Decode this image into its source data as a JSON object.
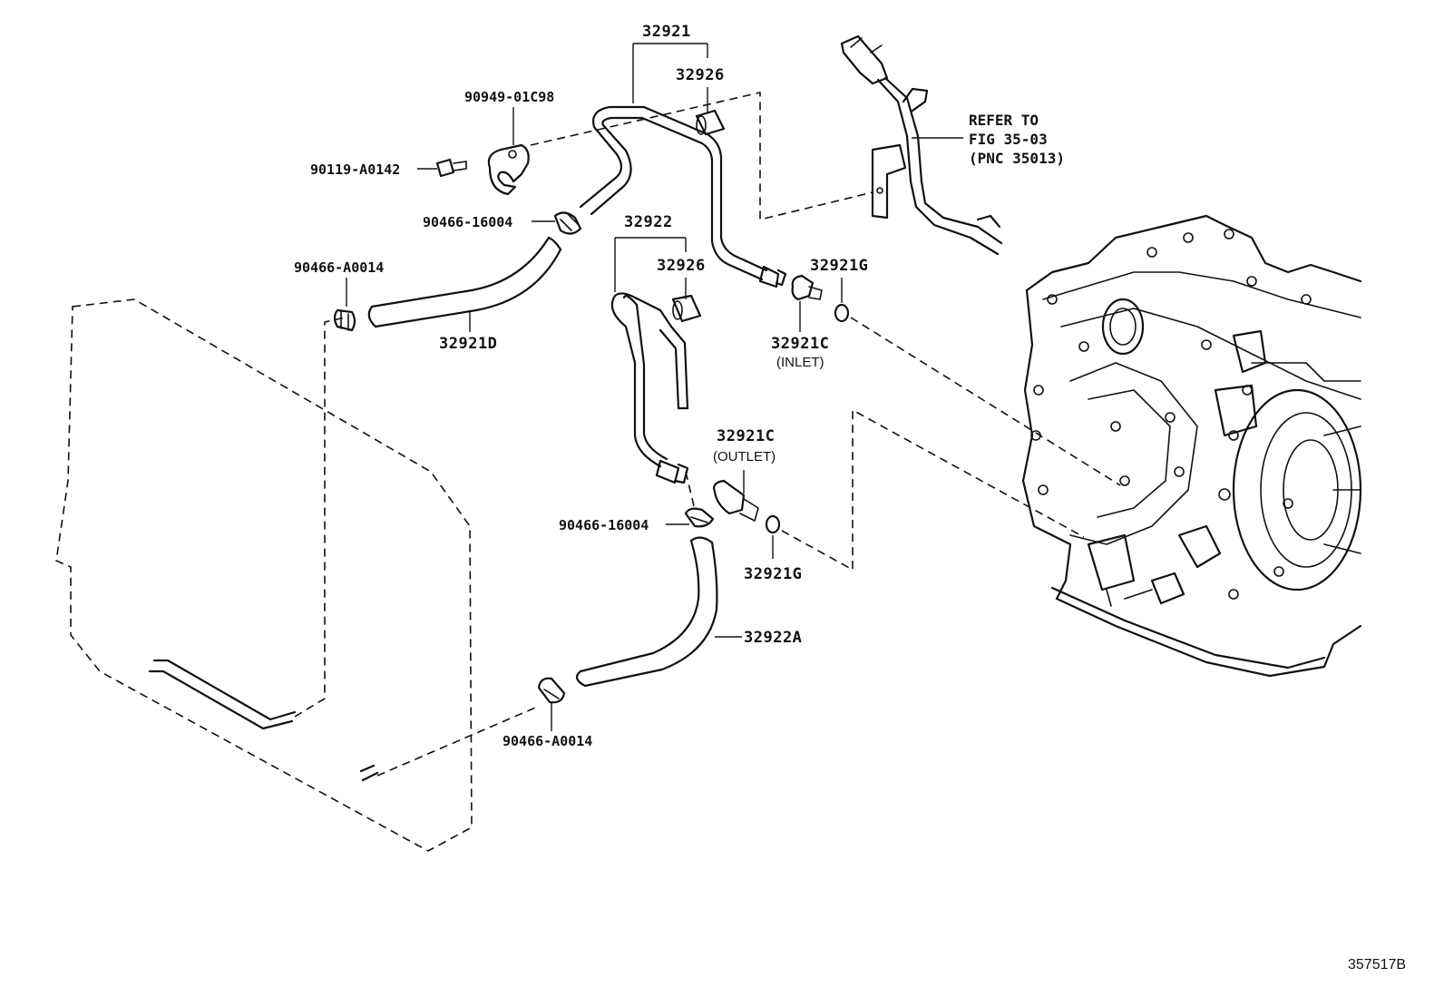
{
  "figure_id": "357517B",
  "refer_note": {
    "line1": "REFER TO",
    "line2": "FIG 35-03",
    "line3": "(PNC 35013)"
  },
  "parts": {
    "p32921": "32921",
    "p32926_top": "32926",
    "p90949": "90949-01C98",
    "p90119": "90119-A0142",
    "p90466_16004_top": "90466-16004",
    "p90466_a0014_left": "90466-A0014",
    "p32921d": "32921D",
    "p32922": "32922",
    "p32926_mid": "32926",
    "p32921g_top": "32921G",
    "p32921c_inlet": "32921C",
    "inlet_label": "(INLET)",
    "p32921c_outlet": "32921C",
    "outlet_label": "(OUTLET)",
    "p90466_16004_mid": "90466-16004",
    "p32921g_bottom": "32921G",
    "p32922a": "32922A",
    "p90466_a0014_bottom": "90466-A0014"
  }
}
